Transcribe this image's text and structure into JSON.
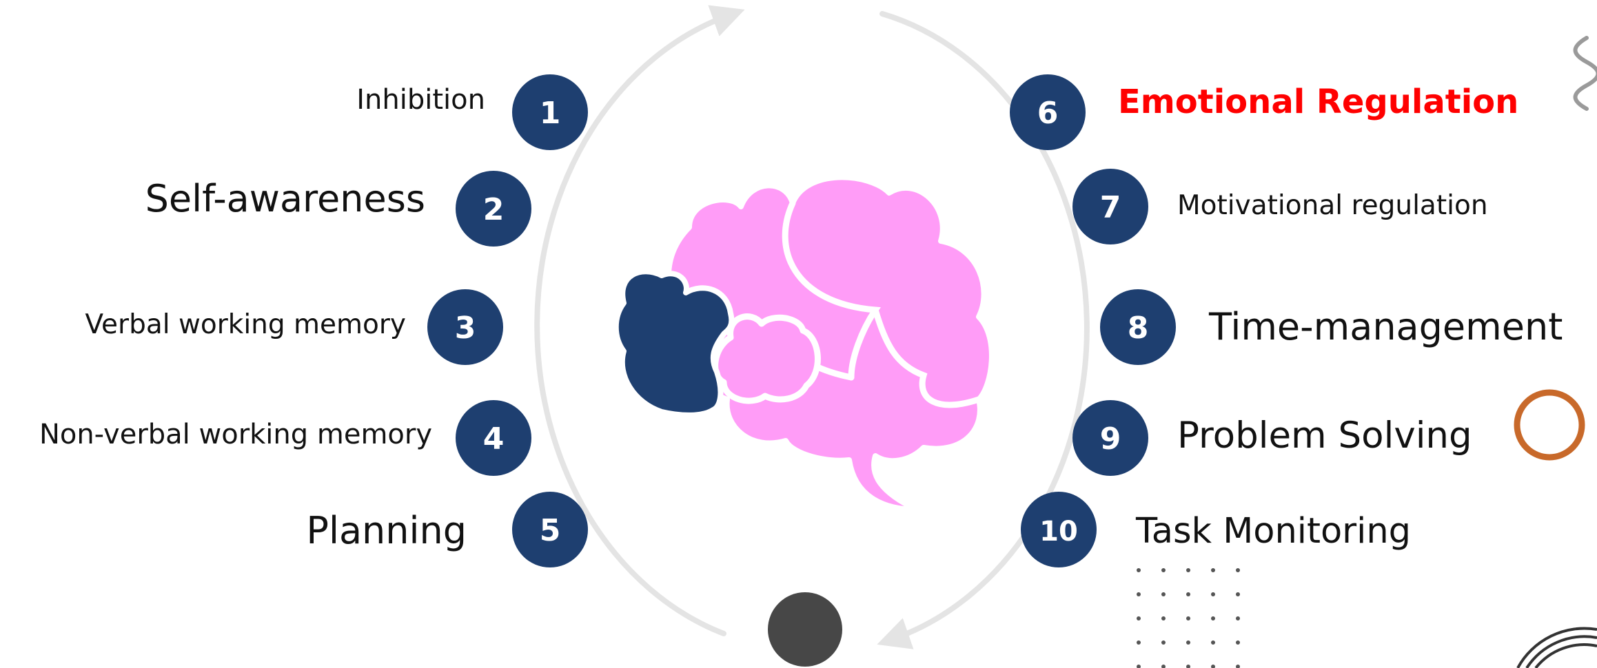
{
  "colors": {
    "badge": "#1e3f70",
    "brain_pink": "#ff9cf7",
    "highlight": "#ff0000",
    "arc": "#e4e4e4",
    "ring_accent": "#c8692a",
    "center_dot": "#474747",
    "text": "#111111"
  },
  "left_items": [
    {
      "number": "1",
      "label": "Inhibition"
    },
    {
      "number": "2",
      "label": "Self-awareness"
    },
    {
      "number": "3",
      "label": "Verbal working memory"
    },
    {
      "number": "4",
      "label": "Non-verbal working memory"
    },
    {
      "number": "5",
      "label": "Planning"
    }
  ],
  "right_items": [
    {
      "number": "6",
      "label": "Emotional Regulation",
      "highlighted": true
    },
    {
      "number": "7",
      "label": "Motivational regulation"
    },
    {
      "number": "8",
      "label": "Time-management"
    },
    {
      "number": "9",
      "label": "Problem Solving"
    },
    {
      "number": "10",
      "label": "Task Monitoring"
    }
  ],
  "icons": {
    "center": "brain-icon",
    "decor": [
      "squiggle-icon",
      "ring-icon",
      "dot-grid-icon",
      "circle-arcs-icon",
      "center-dot-icon"
    ]
  }
}
